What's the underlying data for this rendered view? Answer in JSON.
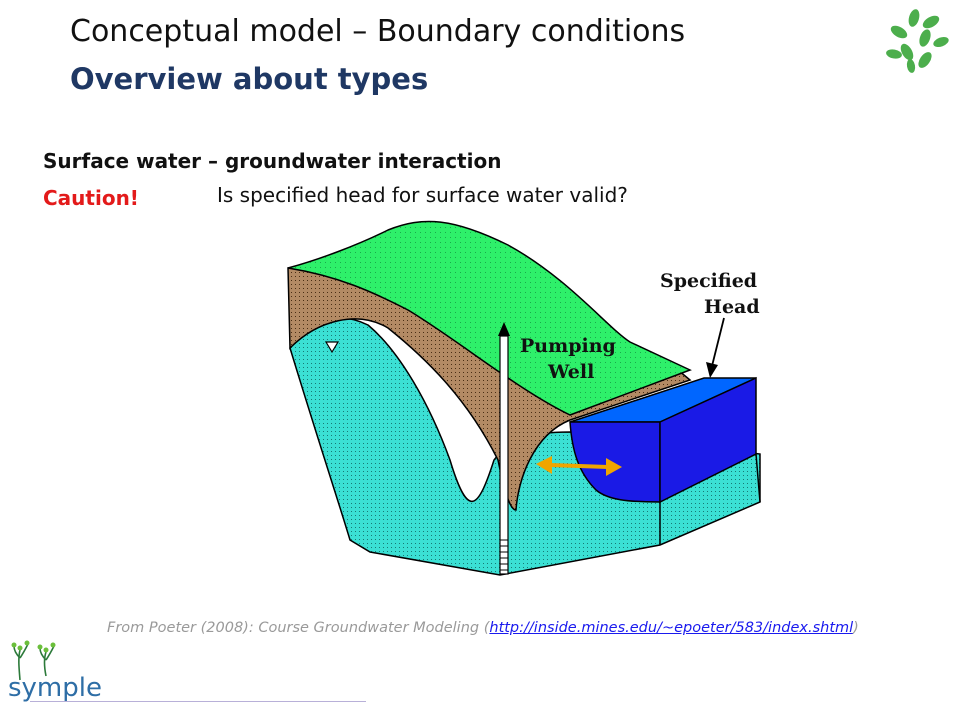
{
  "slide": {
    "title": "Conceptual model – Boundary conditions",
    "subtitle": "Overview about types"
  },
  "content": {
    "section_heading": "Surface water – groundwater interaction",
    "caution_label": "Caution!",
    "question": "Is specified head for surface water valid?"
  },
  "diagram": {
    "labels": {
      "specified": "Specified",
      "head": "Head",
      "pumping": "Pumping",
      "well": "Well"
    },
    "colors": {
      "land_surface": "#2ef06a",
      "unsaturated_zone": "#b38a64",
      "saturated_zone": "#3be0d4",
      "surface_water_top": "#0066ff",
      "surface_water_side": "#1a1ae6",
      "flow_arrow": "#f0a500"
    }
  },
  "citation": {
    "prefix": "From Poeter (2008): Course Groundwater Modeling (",
    "link_text": "http://inside.mines.edu/~epoeter/583/index.shtml",
    "suffix": ")"
  },
  "logos": {
    "corner_logo_icon": "leaf-cluster-icon",
    "footer_logo_text": "symple"
  },
  "colors": {
    "subtitle": "#1f3864",
    "caution": "#e31a1a",
    "citation": "#9a9a9a",
    "link": "#1a1aee"
  }
}
